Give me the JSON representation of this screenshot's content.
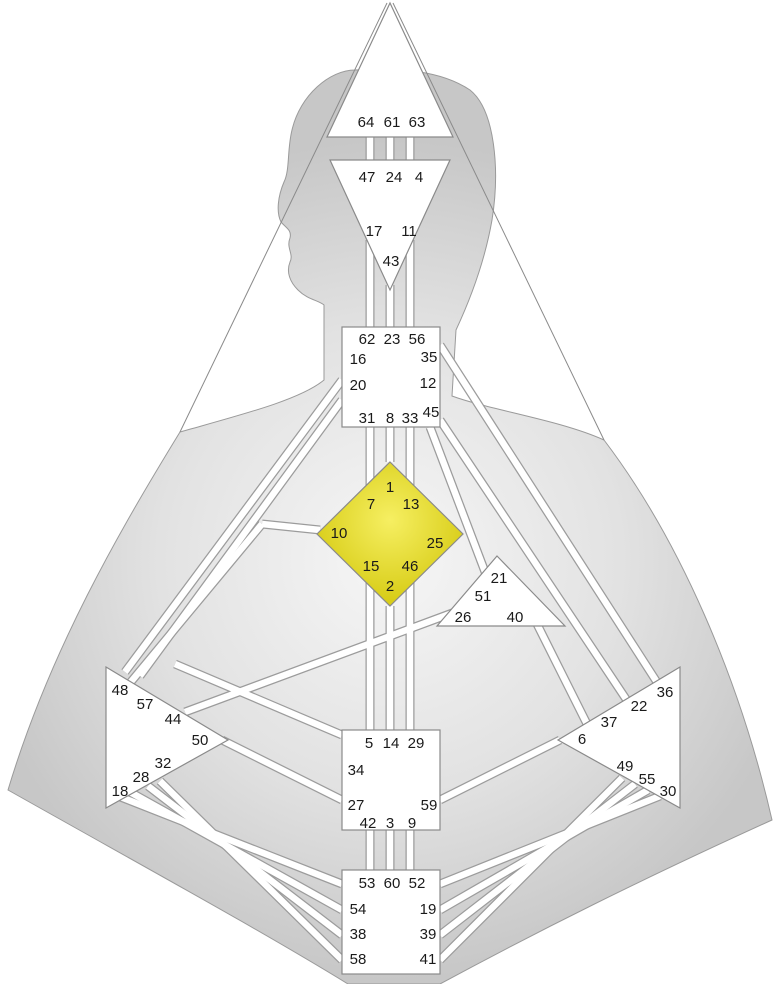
{
  "colors": {
    "background": "#ffffff",
    "body_light": "#f4f4f4",
    "body_dark": "#c9c9c9",
    "outline": "#8a8a8a",
    "center_fill": "#ffffff",
    "defined_center": "#e8df2e"
  },
  "centers": {
    "head": {
      "gates": [
        "64",
        "61",
        "63"
      ]
    },
    "ajna": {
      "gates": [
        "47",
        "24",
        "4",
        "17",
        "11",
        "43"
      ]
    },
    "throat": {
      "gates": [
        "62",
        "23",
        "56",
        "16",
        "35",
        "20",
        "12",
        "31",
        "8",
        "33",
        "45"
      ]
    },
    "g_center": {
      "gates": [
        "1",
        "7",
        "13",
        "10",
        "25",
        "15",
        "46",
        "2"
      ],
      "defined": true
    },
    "heart": {
      "gates": [
        "21",
        "51",
        "26",
        "40"
      ]
    },
    "spleen": {
      "gates": [
        "48",
        "57",
        "44",
        "50",
        "32",
        "28",
        "18"
      ]
    },
    "solar_plexus": {
      "gates": [
        "36",
        "22",
        "37",
        "6",
        "49",
        "55",
        "30"
      ]
    },
    "sacral": {
      "gates": [
        "5",
        "14",
        "29",
        "34",
        "27",
        "59",
        "42",
        "3",
        "9"
      ]
    },
    "root": {
      "gates": [
        "53",
        "60",
        "52",
        "54",
        "19",
        "38",
        "39",
        "58",
        "41"
      ]
    }
  }
}
